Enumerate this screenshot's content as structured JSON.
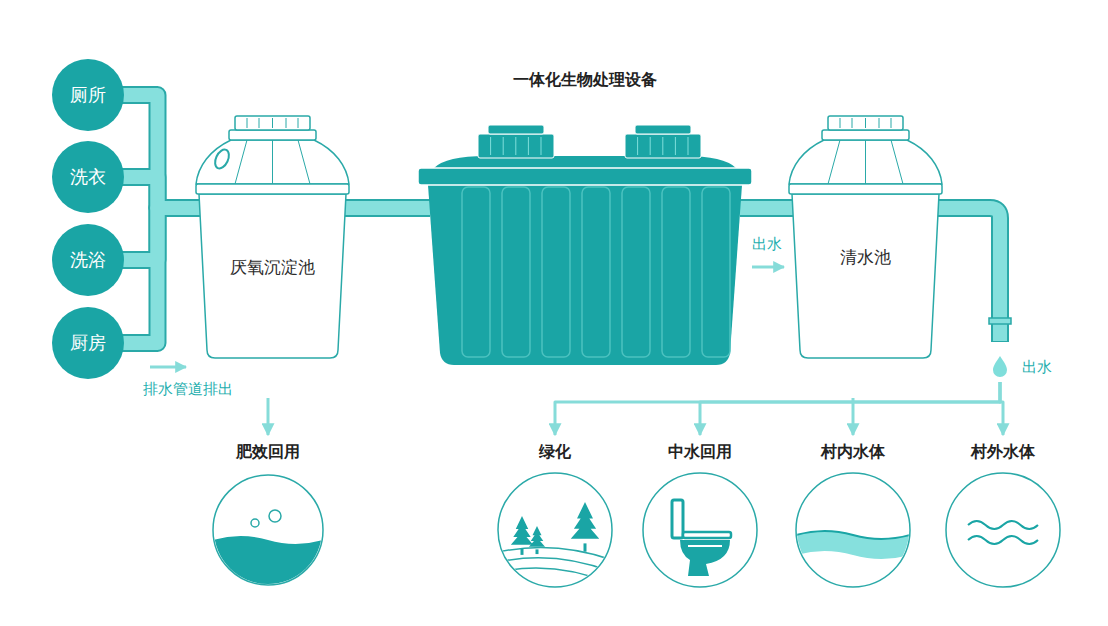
{
  "diagram": {
    "nodes": [
      {
        "text": [
          "厕所"
        ]
      },
      {
        "text": [
          "洗衣"
        ]
      },
      {
        "text": [
          "洗浴"
        ]
      },
      {
        "text": [
          "厨房"
        ]
      },
      {
        "text": [
          "厌氧沉淀池"
        ]
      },
      {
        "text": [
          "一体化生物处理设备"
        ]
      },
      {
        "text": [
          "清水池"
        ]
      },
      {
        "text": [
          "肥效回用"
        ]
      },
      {
        "text": [
          "绿化"
        ]
      },
      {
        "text": [
          "中水回用"
        ]
      },
      {
        "text": [
          "村内水体"
        ]
      },
      {
        "text": [
          "村外水体"
        ]
      }
    ],
    "edges": [
      {
        "from": 0,
        "to": 4,
        "arrow": "none"
      },
      {
        "from": 1,
        "to": 4,
        "arrow": "none"
      },
      {
        "from": 2,
        "to": 4,
        "arrow": "none"
      },
      {
        "from": 3,
        "to": 4,
        "arrow": "none"
      },
      {
        "from": 4,
        "to": 5,
        "arrow": "none"
      },
      {
        "from": 5,
        "to": 6,
        "arrow": "none"
      },
      {
        "from": 4,
        "to": 7,
        "arrow": "to"
      },
      {
        "from": 6,
        "to": 8,
        "arrow": "to"
      },
      {
        "from": 6,
        "to": 9,
        "arrow": "to"
      },
      {
        "from": 6,
        "to": 10,
        "arrow": "to"
      },
      {
        "from": 6,
        "to": 11,
        "arrow": "to"
      }
    ],
    "labels": [
      "排水管道排出",
      "出水",
      "出水"
    ]
  }
}
